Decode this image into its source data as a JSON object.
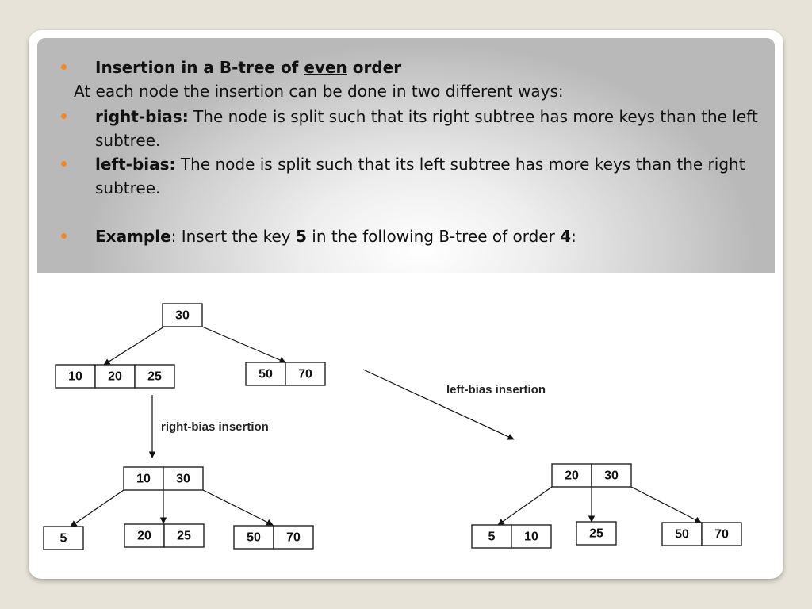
{
  "slide": {
    "bullets": [
      {
        "bold": "Insertion in a B-tree of ",
        "underline": "even",
        "after": " order"
      },
      {
        "text": "At each node the insertion can be done in two different ways:"
      },
      {
        "bold": "right-bias:",
        "text": " The node is split such that its right subtree has more keys than the left subtree."
      },
      {
        "bold": "left-bias:",
        "text": " The node is split such that its left subtree has more keys than the right subtree."
      },
      {
        "bold": "Example",
        "text": ": Insert the key ",
        "key": "5",
        "middle": " in the following B-tree of order ",
        "order": "4",
        "end": ":"
      }
    ]
  },
  "diagram": {
    "captions": {
      "right_bias": "right-bias insertion",
      "left_bias": "left-bias insertion"
    },
    "original_tree": {
      "root": [
        "30"
      ],
      "children": [
        [
          "10",
          "20",
          "25"
        ],
        [
          "50",
          "70"
        ]
      ]
    },
    "right_bias_tree": {
      "root": [
        "10",
        "30"
      ],
      "children": [
        [
          "5"
        ],
        [
          "20",
          "25"
        ],
        [
          "50",
          "70"
        ]
      ]
    },
    "left_bias_tree": {
      "root": [
        "20",
        "30"
      ],
      "children": [
        [
          "5",
          "10"
        ],
        [
          "25"
        ],
        [
          "50",
          "70"
        ]
      ]
    }
  }
}
